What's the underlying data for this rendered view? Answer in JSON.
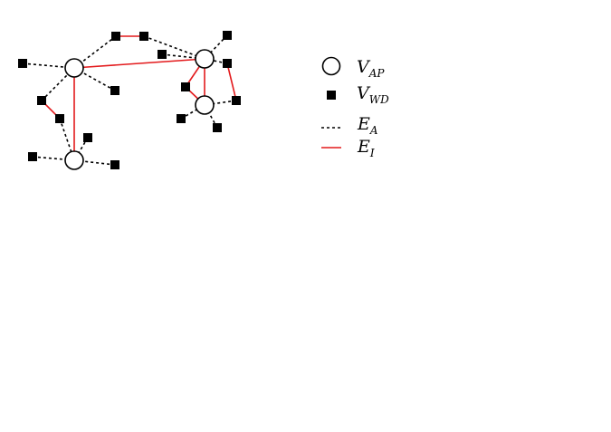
{
  "legend": {
    "items": [
      {
        "key": "ap",
        "main": "V",
        "sub": "AP"
      },
      {
        "key": "wd",
        "main": "V",
        "sub": "WD"
      },
      {
        "key": "ea",
        "main": "E",
        "sub": "A"
      },
      {
        "key": "ei",
        "main": "E",
        "sub": "I"
      }
    ]
  },
  "colors": {
    "interference_edge": "#e31a1c",
    "association_edge": "#000000",
    "node_stroke": "#000000",
    "node_fill": "#ffffff",
    "device_fill": "#000000"
  }
}
